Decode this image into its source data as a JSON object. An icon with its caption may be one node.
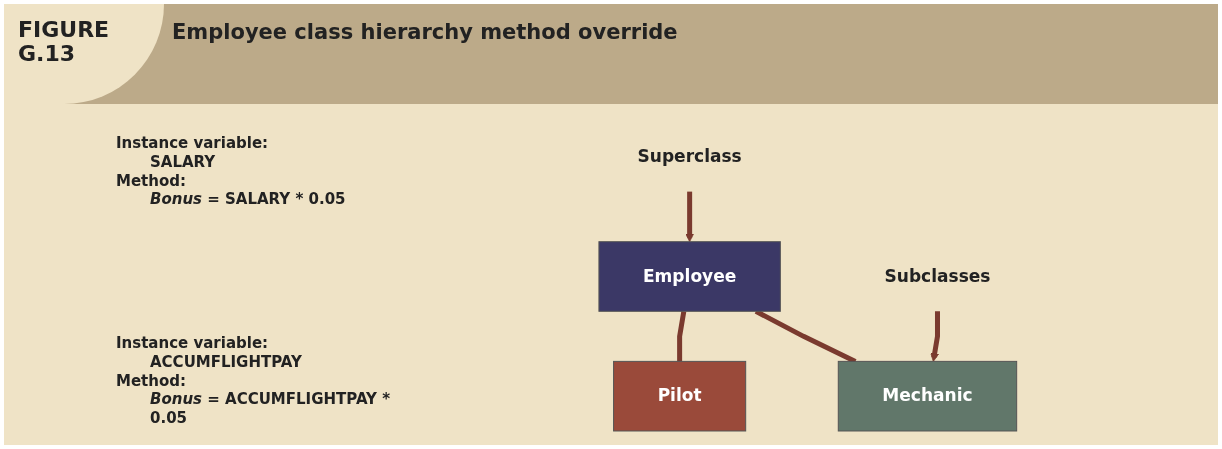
{
  "diagram": {
    "title": "Employee class hierarchy method override",
    "nodes": [
      {
        "text": [
          "Employee"
        ]
      },
      {
        "text": [
          "Pilot"
        ]
      },
      {
        "text": [
          "Mechanic"
        ]
      },
      {
        "text": [
          "Superclass"
        ]
      },
      {
        "text": [
          "Subclasses"
        ]
      }
    ],
    "edges": [
      {
        "from": 0,
        "to": 1,
        "arrow": "none"
      },
      {
        "from": 0,
        "to": 2,
        "arrow": "none"
      },
      {
        "from": 3,
        "to": 0,
        "arrow": "to"
      },
      {
        "from": 4,
        "to": 2,
        "arrow": "to"
      }
    ],
    "labels": [
      "FIGURE G.13",
      "Instance variable:",
      "SALARY",
      "Method:",
      "*Bonus* = SALARY * 0.05",
      "Instance variable:",
      "ACCUMFLIGHTPAY",
      "Method:",
      "*Bonus* = ACCUMFLIGHTPAY * 0.05"
    ]
  }
}
